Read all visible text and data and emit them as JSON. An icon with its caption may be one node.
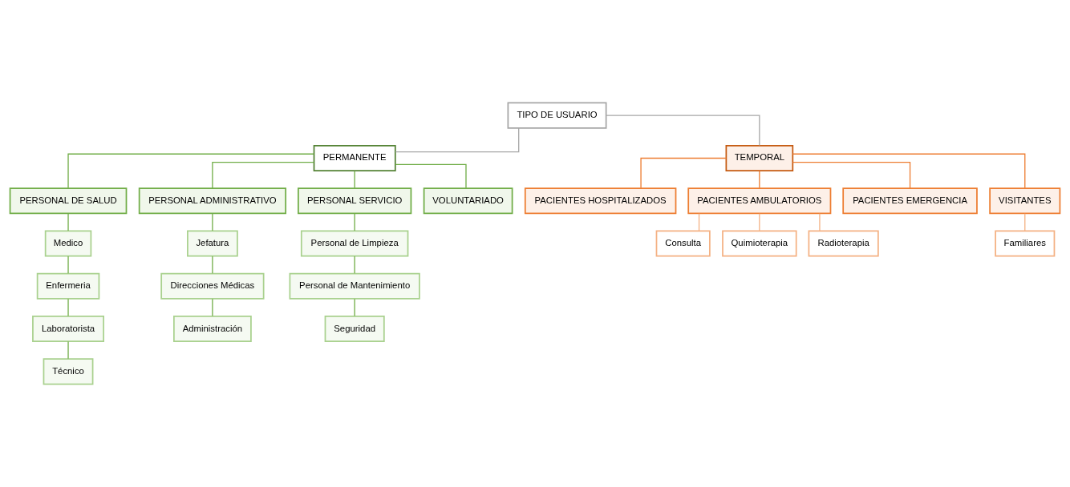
{
  "diagram": {
    "nodes": [
      {
        "text": [
          "TIPO DE USUARIO"
        ]
      },
      {
        "text": [
          "PERMANENTE"
        ]
      },
      {
        "text": [
          "TEMPORAL"
        ]
      },
      {
        "text": [
          "PERSONAL DE SALUD"
        ]
      },
      {
        "text": [
          "PERSONAL ADMINISTRATIVO"
        ]
      },
      {
        "text": [
          "PERSONAL SERVICIO"
        ]
      },
      {
        "text": [
          "VOLUNTARIADO"
        ]
      },
      {
        "text": [
          "PACIENTES HOSPITALIZADOS"
        ]
      },
      {
        "text": [
          "PACIENTES AMBULATORIOS"
        ]
      },
      {
        "text": [
          "PACIENTES EMERGENCIA"
        ]
      },
      {
        "text": [
          "VISITANTES"
        ]
      },
      {
        "text": [
          "Medico"
        ]
      },
      {
        "text": [
          "Enfermeria"
        ]
      },
      {
        "text": [
          "Laboratorista"
        ]
      },
      {
        "text": [
          "Técnico"
        ]
      },
      {
        "text": [
          "Jefatura"
        ]
      },
      {
        "text": [
          "Direcciones Médicas"
        ]
      },
      {
        "text": [
          "Administración"
        ]
      },
      {
        "text": [
          "Personal de Limpieza"
        ]
      },
      {
        "text": [
          "Personal de Mantenimiento"
        ]
      },
      {
        "text": [
          "Seguridad"
        ]
      },
      {
        "text": [
          "Consulta"
        ]
      },
      {
        "text": [
          "Quimioterapia"
        ]
      },
      {
        "text": [
          "Radioterapia"
        ]
      },
      {
        "text": [
          "Familiares"
        ]
      }
    ],
    "edges": [
      {
        "from": 0,
        "to": 1,
        "arrow": "none",
        "color": "#a6a6a6"
      },
      {
        "from": 0,
        "to": 2,
        "arrow": "none",
        "color": "#a6a6a6"
      },
      {
        "from": 1,
        "to": 3,
        "arrow": "none"
      },
      {
        "from": 1,
        "to": 4,
        "arrow": "none"
      },
      {
        "from": 1,
        "to": 5,
        "arrow": "none"
      },
      {
        "from": 1,
        "to": 6,
        "arrow": "none"
      },
      {
        "from": 2,
        "to": 7,
        "arrow": "none",
        "color": "#ed7d31"
      },
      {
        "from": 2,
        "to": 8,
        "arrow": "none",
        "color": "#ed7d31"
      },
      {
        "from": 2,
        "to": 9,
        "arrow": "none",
        "color": "#ed7d31"
      },
      {
        "from": 2,
        "to": 10,
        "arrow": "none",
        "color": "#ed7d31"
      },
      {
        "from": 3,
        "to": 11,
        "arrow": "none"
      },
      {
        "from": 11,
        "to": 12,
        "arrow": "none"
      },
      {
        "from": 12,
        "to": 13,
        "arrow": "none"
      },
      {
        "from": 13,
        "to": 14,
        "arrow": "none"
      },
      {
        "from": 4,
        "to": 15,
        "arrow": "none"
      },
      {
        "from": 15,
        "to": 16,
        "arrow": "none"
      },
      {
        "from": 16,
        "to": 17,
        "arrow": "none"
      },
      {
        "from": 5,
        "to": 18,
        "arrow": "none"
      },
      {
        "from": 18,
        "to": 19,
        "arrow": "none"
      },
      {
        "from": 19,
        "to": 20,
        "arrow": "none"
      },
      {
        "from": 8,
        "to": 21,
        "arrow": "none",
        "color": "#f4b183"
      },
      {
        "from": 8,
        "to": 22,
        "arrow": "none",
        "color": "#f4b183"
      },
      {
        "from": 8,
        "to": 23,
        "arrow": "none",
        "color": "#f4b183"
      },
      {
        "from": 10,
        "to": 24,
        "arrow": "none",
        "color": "#f4b183"
      }
    ]
  }
}
